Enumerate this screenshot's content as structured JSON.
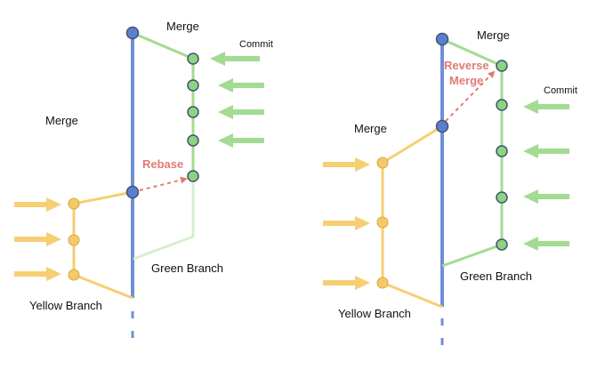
{
  "colors": {
    "main": "#6f8fd6",
    "main_node": "#5b7fce",
    "green": "#a3db93",
    "green_faded": "#d6efcf",
    "green_node": "#8fd27f",
    "yellow": "#f6cf72",
    "yellow_node": "#f4c96b",
    "dashed": "#e07b74",
    "node_stroke": "#3f5573"
  },
  "left": {
    "merge_top": "Merge",
    "commit": "Commit",
    "merge_side": "Merge",
    "rebase": "Rebase",
    "green_branch": "Green Branch",
    "yellow_branch": "Yellow Branch"
  },
  "right": {
    "merge_top": "Merge",
    "reverse_line1": "Reverse",
    "reverse_line2": "Merge",
    "commit": "Commit",
    "merge_side": "Merge",
    "green_branch": "Green Branch",
    "yellow_branch": "Yellow Branch"
  }
}
